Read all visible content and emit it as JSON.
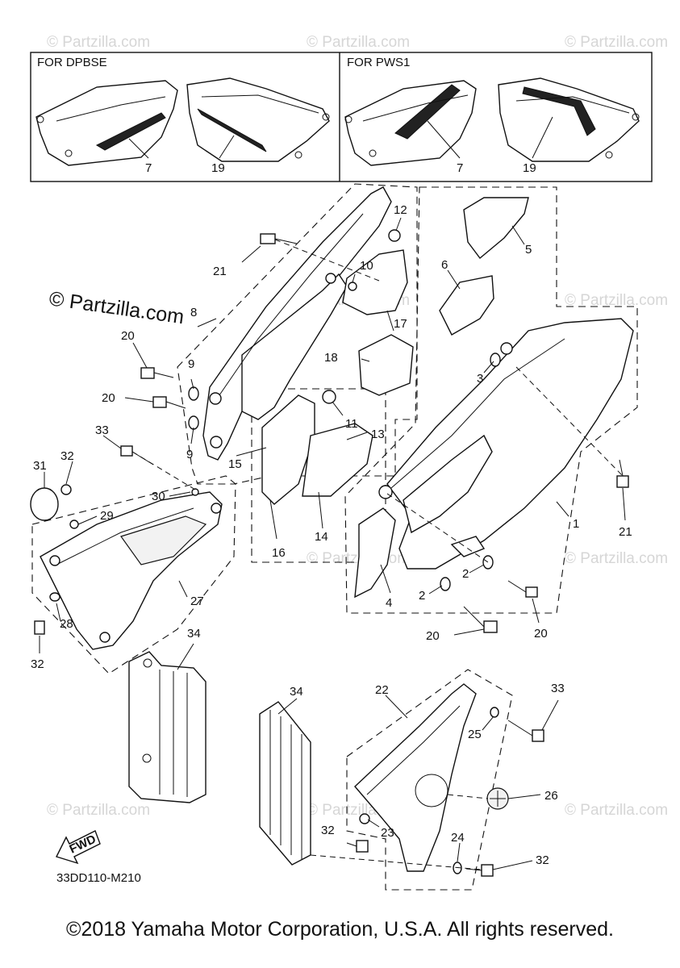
{
  "insets": {
    "left_header": "FOR DPBSE",
    "right_header": "FOR PWS1",
    "left_callouts": [
      "7",
      "19"
    ],
    "right_callouts": [
      "7",
      "19"
    ]
  },
  "watermark": {
    "brand": "© Partzilla.com",
    "tile": "© Partzilla.com"
  },
  "callouts": {
    "c1": "1",
    "c2a": "2",
    "c2b": "2",
    "c3": "3",
    "c4": "4",
    "c5": "5",
    "c6": "6",
    "c8": "8",
    "c9a": "9",
    "c9b": "9",
    "c10": "10",
    "c11": "11",
    "c12": "12",
    "c13": "13",
    "c14": "14",
    "c15": "15",
    "c16": "16",
    "c17": "17",
    "c18": "18",
    "c20a": "20",
    "c20b": "20",
    "c20c": "20",
    "c20d": "20",
    "c21a": "21",
    "c21b": "21",
    "c22": "22",
    "c23": "23",
    "c24": "24",
    "c25": "25",
    "c26": "26",
    "c27": "27",
    "c28": "28",
    "c29": "29",
    "c30": "30",
    "c31": "31",
    "c32a": "32",
    "c32b": "32",
    "c32c": "32",
    "c32d": "32",
    "c33a": "33",
    "c33b": "33",
    "c34a": "34",
    "c34b": "34"
  },
  "fwd_label": "FWD",
  "diagram_code": "33DD110-M210",
  "copyright": "©2018 Yamaha Motor Corporation, U.S.A. All rights reserved."
}
